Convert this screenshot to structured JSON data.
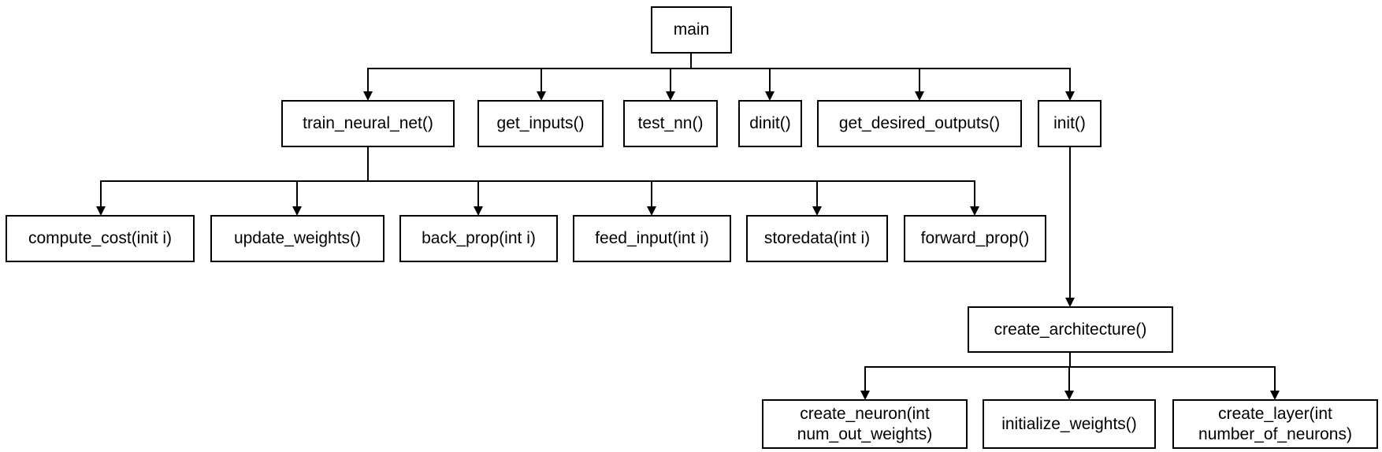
{
  "diagram": {
    "nodes": {
      "main": "main",
      "train_neural_net": "train_neural_net()",
      "get_inputs": "get_inputs()",
      "test_nn": "test_nn()",
      "dinit": "dinit()",
      "get_desired_outputs": "get_desired_outputs()",
      "init": "init()",
      "compute_cost": "compute_cost(init i)",
      "update_weights": "update_weights()",
      "back_prop": "back_prop(int i)",
      "feed_input": "feed_input(int i)",
      "storedata": "storedata(int i)",
      "forward_prop": "forward_prop()",
      "create_architecture": "create_architecture()",
      "create_neuron": "create_neuron(int\nnum_out_weights)",
      "initialize_weights": "initialize_weights()",
      "create_layer": "create_layer(int\nnumber_of_neurons)"
    },
    "edges": [
      [
        "main",
        "train_neural_net"
      ],
      [
        "main",
        "get_inputs"
      ],
      [
        "main",
        "test_nn"
      ],
      [
        "main",
        "dinit"
      ],
      [
        "main",
        "get_desired_outputs"
      ],
      [
        "main",
        "init"
      ],
      [
        "train_neural_net",
        "compute_cost"
      ],
      [
        "train_neural_net",
        "update_weights"
      ],
      [
        "train_neural_net",
        "back_prop"
      ],
      [
        "train_neural_net",
        "feed_input"
      ],
      [
        "train_neural_net",
        "storedata"
      ],
      [
        "train_neural_net",
        "forward_prop"
      ],
      [
        "init",
        "create_architecture"
      ],
      [
        "create_architecture",
        "create_neuron"
      ],
      [
        "create_architecture",
        "initialize_weights"
      ],
      [
        "create_architecture",
        "create_layer"
      ]
    ]
  }
}
